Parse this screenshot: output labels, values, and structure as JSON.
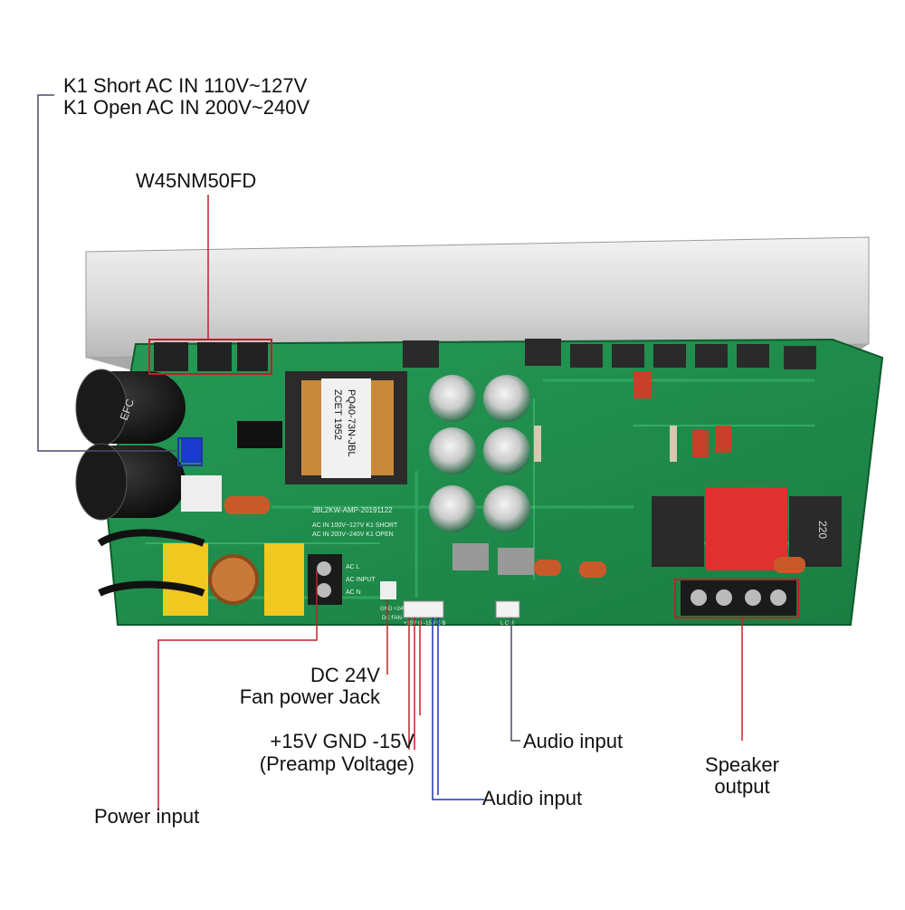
{
  "labels": {
    "k1_short": "K1 Short AC IN 110V~127V",
    "k1_open": "K1 Open AC IN 200V~240V",
    "mosfet": "W45NM50FD",
    "dc24_line1": "DC 24V",
    "dc24_line2": "Fan power Jack",
    "preamp_line1": "+15V GND -15V",
    "preamp_line2": "(Preamp Voltage)",
    "audio_input_right": "Audio input",
    "audio_input_bottom": "Audio input",
    "speaker_line1": "Speaker",
    "speaker_line2": "output",
    "power_input": "Power input"
  },
  "board": {
    "transformer_text": [
      "PQ40-73N-JBL",
      "ZCET 1952"
    ],
    "pcb_model": "JBL2KW-AMP-20191122",
    "silkscreen": [
      "AC IN 100V~127V  K1 SHORT",
      "AC IN 200V~240V  K1 OPEN"
    ],
    "terminal_labels": [
      "AC L",
      "AC INPUT",
      "AC N"
    ],
    "cap_brand": "EFC",
    "relay_text": "220",
    "fan_connector": "GND +24V",
    "fan_label": "DC FAN",
    "preamp_connector": "+15V G -15V C B",
    "audio_connector": "L C R"
  },
  "colors": {
    "pcb": "#1f8a4a",
    "heatsink": "#d8d8d8",
    "callout_red": "#c0202a",
    "callout_blue": "#2233aa",
    "callout_gray": "#4a4a6a"
  }
}
